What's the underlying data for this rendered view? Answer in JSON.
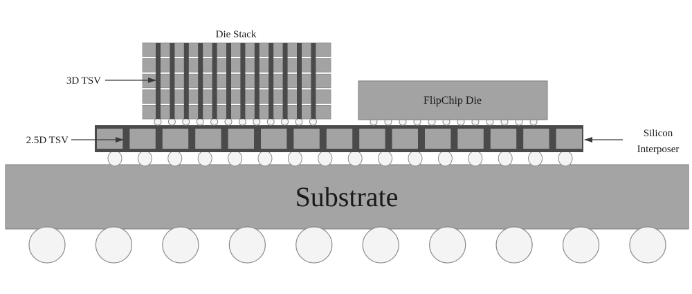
{
  "diagram": {
    "type": "2.5D/3D IC package cross-section",
    "labels": {
      "die_stack": "Die Stack",
      "tsv_3d": "3D TSV",
      "tsv_25d": "2.5D TSV",
      "flipchip_die": "FlipChip Die",
      "silicon_interposer_line1": "Silicon",
      "silicon_interposer_line2": "Interposer",
      "substrate": "Substrate"
    },
    "counts": {
      "die_stack_layers": 5,
      "tsv_3d_columns": 12,
      "die_stack_microbumps": 12,
      "flipchip_microbumps": 12,
      "interposer_blocks": 15,
      "interposer_bumps": 16,
      "bga_balls": 10
    },
    "colors": {
      "die_fill": "#a3a3a3",
      "tsv_fill": "#4a4a4a",
      "interposer_frame": "#4a4a4a",
      "substrate_fill": "#a4a4a4",
      "ball_fill": "#f4f4f4",
      "ball_stroke": "#8a8a8a",
      "text": "#1a1a1a"
    }
  }
}
